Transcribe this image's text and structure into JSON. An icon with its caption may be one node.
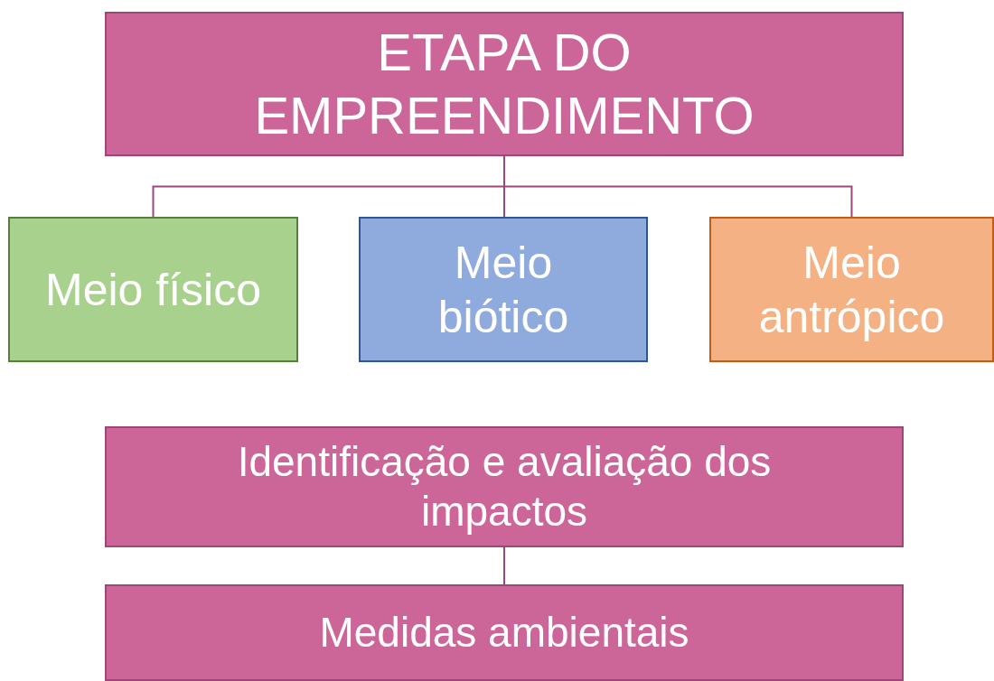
{
  "diagram": {
    "nodes": [
      {
        "text": [
          "ETAPA DO EMPREENDIMENTO"
        ]
      },
      {
        "text": [
          "Meio físico"
        ]
      },
      {
        "text": [
          "Meio biótico"
        ]
      },
      {
        "text": [
          "Meio antrópico"
        ]
      },
      {
        "text": [
          "Identificação e avaliação dos impactos"
        ]
      },
      {
        "text": [
          "Medidas ambientais"
        ]
      }
    ],
    "edges": [
      {
        "from": 0,
        "to": 1,
        "arrow": "none"
      },
      {
        "from": 0,
        "to": 2,
        "arrow": "none"
      },
      {
        "from": 0,
        "to": 3,
        "arrow": "none"
      },
      {
        "from": 4,
        "to": 5,
        "arrow": "none"
      }
    ]
  }
}
